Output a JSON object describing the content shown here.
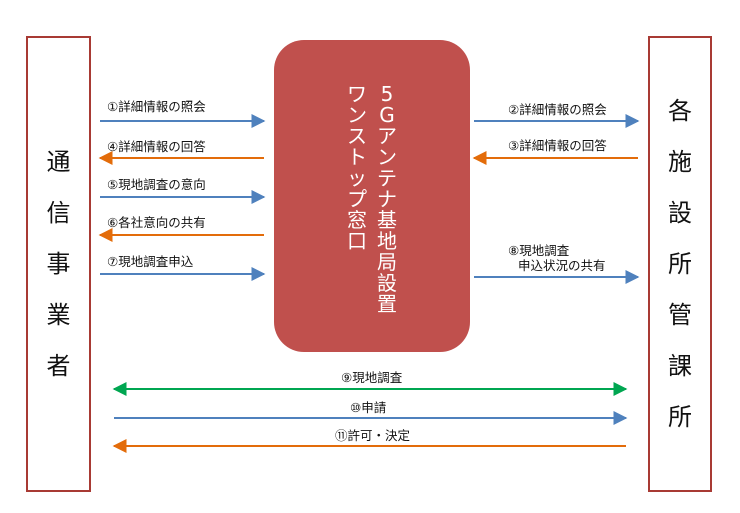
{
  "left_actor": {
    "label": "通信事業者"
  },
  "right_actor": {
    "label": "各施設所管課所"
  },
  "center": {
    "lines": [
      "5Gアンテナ基地局設置",
      "ワンストップ窓口"
    ]
  },
  "colors": {
    "blue": "#4f81bd",
    "orange": "#e36c0a",
    "green": "#00a651",
    "box_border": "#a83a34",
    "center_fill": "#c0504d"
  },
  "flows": [
    {
      "id": "f1",
      "label": "①詳細情報の照会",
      "color": "blue"
    },
    {
      "id": "f4",
      "label": "④詳細情報の回答",
      "color": "orange"
    },
    {
      "id": "f5",
      "label": "⑤現地調査の意向",
      "color": "blue"
    },
    {
      "id": "f6",
      "label": "⑥各社意向の共有",
      "color": "orange"
    },
    {
      "id": "f7",
      "label": "⑦現地調査申込",
      "color": "blue"
    },
    {
      "id": "f2",
      "label": "②詳細情報の照会",
      "color": "blue"
    },
    {
      "id": "f3",
      "label": "③詳細情報の回答",
      "color": "orange"
    },
    {
      "id": "f8",
      "label": "⑧現地調査",
      "label2": "申込状況の共有",
      "color": "blue"
    },
    {
      "id": "f9",
      "label": "⑨現地調査",
      "color": "green"
    },
    {
      "id": "f10",
      "label": "⑩申請",
      "color": "blue"
    },
    {
      "id": "f11",
      "label": "⑪許可・決定",
      "color": "orange"
    }
  ]
}
